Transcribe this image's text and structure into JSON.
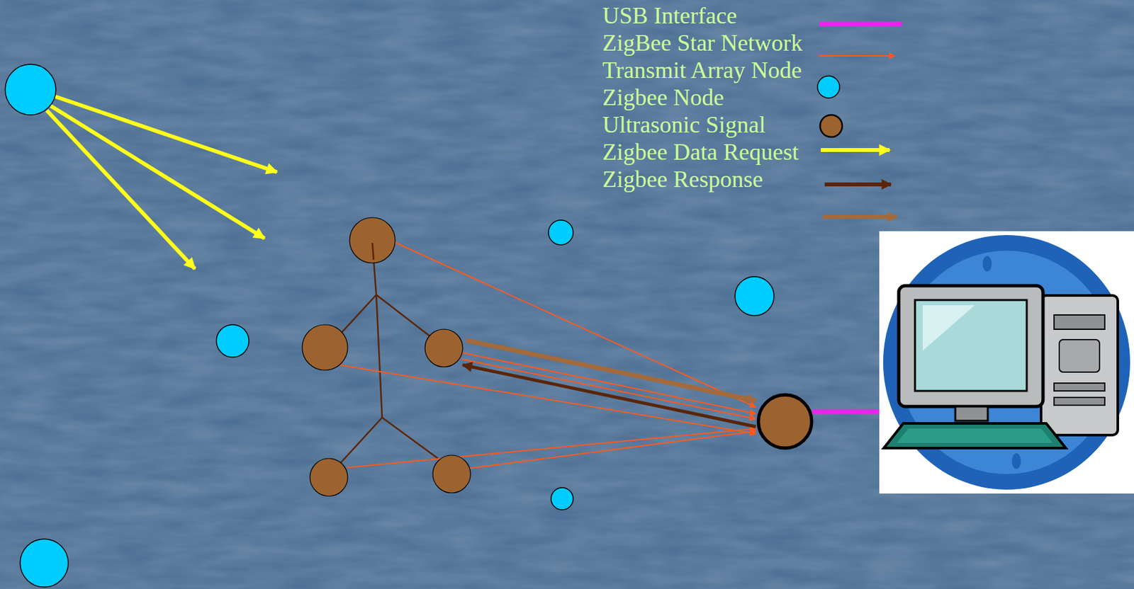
{
  "diagram": {
    "legend": [
      {
        "text": "USB Interface"
      },
      {
        "text": "ZigBee Star Network"
      },
      {
        "text": "Transmit Array Node"
      },
      {
        "text": "Zigbee Node"
      },
      {
        "text": "Ultrasonic Signal"
      },
      {
        "text": "Zigbee Data Request"
      },
      {
        "text": "Zigbee Response"
      }
    ]
  }
}
